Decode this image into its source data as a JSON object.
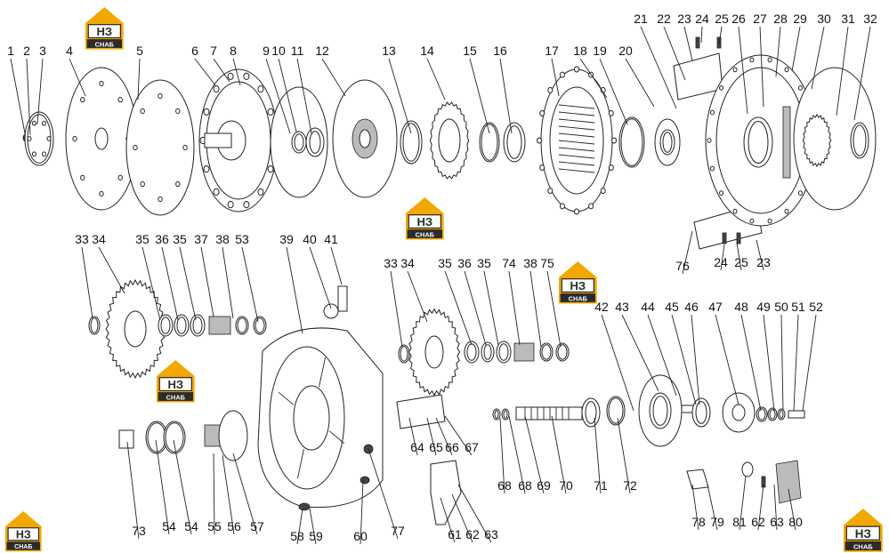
{
  "logo": {
    "text": "НЗ",
    "subtext": "СНАБ",
    "color": "#f2a800",
    "dark": "#2b2b2b"
  },
  "labels": [
    "1",
    "2",
    "3",
    "4",
    "5",
    "6",
    "7",
    "8",
    "9",
    "10",
    "11",
    "12",
    "13",
    "14",
    "15",
    "16",
    "17",
    "18",
    "19",
    "20",
    "21",
    "22",
    "23",
    "24",
    "25",
    "26",
    "27",
    "28",
    "29",
    "30",
    "31",
    "32",
    "33",
    "34",
    "35",
    "36",
    "35",
    "37",
    "38",
    "53",
    "39",
    "40",
    "41",
    "33",
    "34",
    "35",
    "36",
    "35",
    "74",
    "38",
    "75",
    "76",
    "24",
    "25",
    "23",
    "42",
    "43",
    "44",
    "45",
    "46",
    "47",
    "48",
    "49",
    "50",
    "51",
    "52",
    "64",
    "65",
    "66",
    "67",
    "68",
    "68",
    "69",
    "70",
    "71",
    "72",
    "73",
    "54",
    "54",
    "55",
    "56",
    "57",
    "58",
    "59",
    "60",
    "77",
    "61",
    "62",
    "63",
    "78",
    "79",
    "81",
    "62",
    "63",
    "80"
  ]
}
